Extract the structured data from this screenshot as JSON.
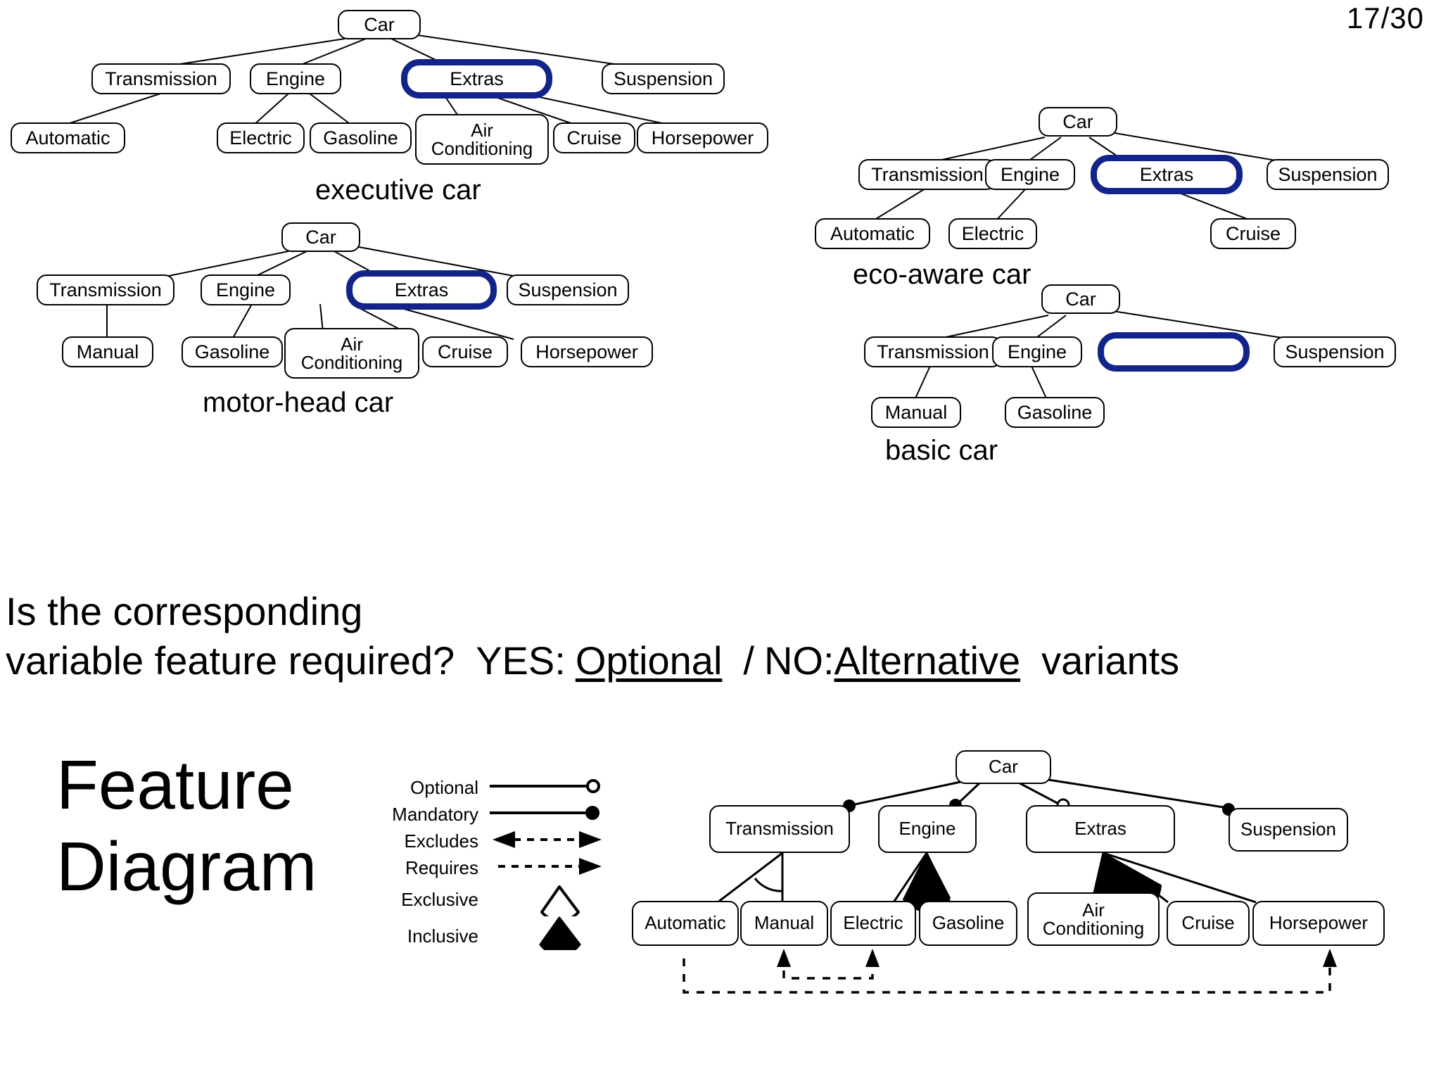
{
  "page": {
    "number": "17/30"
  },
  "labels": {
    "car": "Car",
    "transmission": "Transmission",
    "engine": "Engine",
    "extras": "Extras",
    "suspension": "Suspension",
    "automatic": "Automatic",
    "manual": "Manual",
    "electric": "Electric",
    "gasoline": "Gasoline",
    "air_conditioning": "Air\nConditioning",
    "cruise": "Cruise",
    "horsepower": "Horsepower",
    "empty": ""
  },
  "variants": [
    {
      "id": "executive-car",
      "caption": "executive car",
      "selected_node": "Extras",
      "nodes": [
        "Car",
        "Transmission",
        "Engine",
        "Extras",
        "Suspension",
        "Automatic",
        "Electric",
        "Gasoline",
        "Air Conditioning",
        "Cruise",
        "Horsepower"
      ]
    },
    {
      "id": "eco-aware-car",
      "caption": "eco-aware car",
      "selected_node": "Extras",
      "nodes": [
        "Car",
        "Transmission",
        "Engine",
        "Extras",
        "Suspension",
        "Automatic",
        "Electric",
        "Cruise"
      ]
    },
    {
      "id": "motor-head-car",
      "caption": "motor-head car",
      "selected_node": "Extras",
      "nodes": [
        "Car",
        "Transmission",
        "Engine",
        "Extras",
        "Suspension",
        "Manual",
        "Gasoline",
        "Air Conditioning",
        "Cruise",
        "Horsepower"
      ]
    },
    {
      "id": "basic-car",
      "caption": "basic car",
      "selected_node": "",
      "nodes": [
        "Car",
        "Transmission",
        "Engine",
        "",
        "Suspension",
        "Manual",
        "Gasoline"
      ]
    }
  ],
  "question": {
    "line1": "Is the corresponding",
    "line2_a": "variable feature required?",
    "line2_yes": "YES:",
    "line2_optional": "Optional",
    "line2_slash": "/",
    "line2_no": "NO:",
    "line2_alternative": "Alternative",
    "line2_variants": "variants"
  },
  "big_title": {
    "line1": "Feature",
    "line2": "Diagram"
  },
  "legend": {
    "items": [
      {
        "label": "Optional",
        "glyph": "line-open-circle"
      },
      {
        "label": "Mandatory",
        "glyph": "line-filled-circle"
      },
      {
        "label": "Excludes",
        "glyph": "dashed-double-arrow"
      },
      {
        "label": "Requires",
        "glyph": "dashed-single-arrow"
      },
      {
        "label": "Exclusive",
        "glyph": "open-triangle"
      },
      {
        "label": "Inclusive",
        "glyph": "filled-triangle"
      }
    ]
  },
  "feature_diagram": {
    "root": "Car",
    "level1": [
      {
        "label": "Transmission",
        "relation": "Mandatory",
        "group": "Exclusive"
      },
      {
        "label": "Engine",
        "relation": "Mandatory",
        "group": "Inclusive"
      },
      {
        "label": "Extras",
        "relation": "Optional",
        "group": "Inclusive"
      },
      {
        "label": "Suspension",
        "relation": "Mandatory",
        "group": ""
      }
    ],
    "leaves": [
      "Automatic",
      "Manual",
      "Electric",
      "Gasoline",
      "Air\nConditioning",
      "Cruise",
      "Horsepower"
    ],
    "constraints": [
      {
        "type": "Requires",
        "from": "Electric",
        "to": "Manual"
      },
      {
        "type": "Requires",
        "from": "Automatic",
        "to": "Horsepower"
      }
    ]
  },
  "colors": {
    "selection": "#12248a",
    "stroke": "#000000",
    "background": "#ffffff"
  }
}
